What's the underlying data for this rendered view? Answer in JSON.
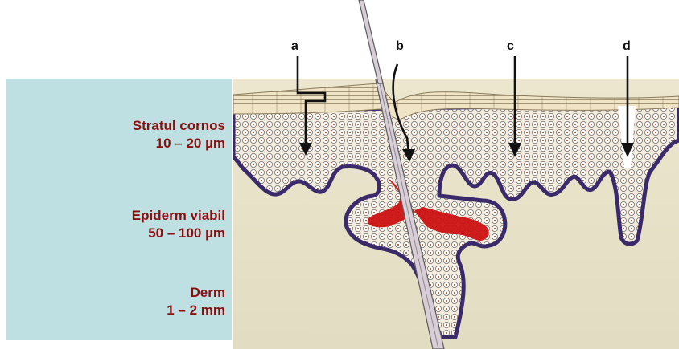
{
  "layers": [
    {
      "name": "Stratul cornos",
      "thickness": "10 – 20 µm"
    },
    {
      "name": "Epiderm viabil",
      "thickness": "50 – 100 µm"
    },
    {
      "name": "Derm",
      "thickness": "1 – 2 mm"
    }
  ],
  "routes": [
    {
      "letter": "a"
    },
    {
      "letter": "b"
    },
    {
      "letter": "c"
    },
    {
      "letter": "d"
    }
  ],
  "colors": {
    "label_text": "#8a1010",
    "panel_bg": "#bfe0e2",
    "dermis": "#e8e2c8",
    "epidermis_cells": "#f3ece0",
    "basal_layer": "#3a2a6a",
    "gland_fill": "#cc1111"
  }
}
